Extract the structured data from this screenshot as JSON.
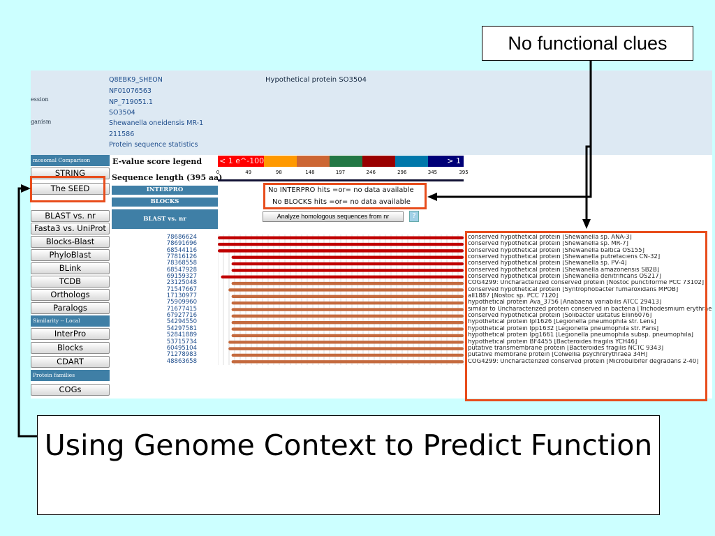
{
  "info": {
    "rows": [
      {
        "label": "",
        "value": "Q8EBK9_SHEON"
      },
      {
        "label": "",
        "value": "NF01076563"
      },
      {
        "label": "ession",
        "value": "NP_719051.1"
      },
      {
        "label": "",
        "value": "SO3504"
      },
      {
        "label": "ganism",
        "value": "Shewanella oneidensis MR-1"
      },
      {
        "label": "",
        "value": "211586"
      },
      {
        "label": "",
        "value": "Protein sequence statistics"
      }
    ],
    "description": "Hypothetical protein SO3504"
  },
  "sidebar": {
    "heads": [
      "mosomal Comparison",
      "Similarity -- Local",
      "Protein families"
    ],
    "buttons": [
      "STRING",
      "The SEED",
      "BLAST vs. nr",
      "Fasta3 vs. UniProt",
      "Blocks-Blast",
      "PhyloBlast",
      "BLink",
      "TCDB",
      "Orthologs",
      "Paralogs",
      "InterPro",
      "Blocks",
      "CDART",
      "COGs"
    ]
  },
  "legend": {
    "title": "E-value score legend",
    "segments": [
      {
        "label": "< 1 e^-100",
        "color": "#ff0000",
        "text_color": "#ffdddd"
      },
      {
        "label": "",
        "color": "#ff9900",
        "text_color": "#000000"
      },
      {
        "label": "",
        "color": "#cc6633",
        "text_color": "#000000"
      },
      {
        "label": "",
        "color": "#227744",
        "text_color": "#000000"
      },
      {
        "label": "",
        "color": "#990000",
        "text_color": "#000000"
      },
      {
        "label": "",
        "color": "#0077aa",
        "text_color": "#000000"
      },
      {
        "label": "> 1",
        "color": "#000077",
        "text_color": "#ffffff"
      }
    ]
  },
  "sequence": {
    "length_label": "Sequence length  (395 aa)",
    "length": 395,
    "ticks": [
      0,
      49,
      98,
      148,
      197,
      246,
      296,
      345,
      395
    ]
  },
  "sections": {
    "interpro": "INTERPRO",
    "blocks": "BLOCKS",
    "blast": "BLAST vs. nr",
    "no_interpro": "No INTERPRO hits =or= no data available",
    "no_blocks": "No BLOCKS hits =or= no data available",
    "analyze_button": "Analyze homologous sequences from nr",
    "help_button": "?"
  },
  "hits": [
    {
      "id": "78686624",
      "desc": "conserved hypothetical protein [Shewanella sp. ANA-3]",
      "start": 0,
      "end": 395,
      "color": "#c00000"
    },
    {
      "id": "78691696",
      "desc": "conserved hypothetical protein [Shewanella sp. MR-7]",
      "start": 0,
      "end": 395,
      "color": "#c00000"
    },
    {
      "id": "68544116",
      "desc": "conserved hypothetical protein [Shewanella baltica OS155]",
      "start": 0,
      "end": 395,
      "color": "#c00000"
    },
    {
      "id": "77816126",
      "desc": "conserved hypothetical protein [Shewanella putrefaciens CN-32]",
      "start": 22,
      "end": 395,
      "color": "#c00000"
    },
    {
      "id": "78368558",
      "desc": "conserved hypothetical protein [Shewanella sp. PV-4]",
      "start": 22,
      "end": 395,
      "color": "#c00000"
    },
    {
      "id": "68547928",
      "desc": "conserved hypothetical protein [Shewanella amazonensis SB2B]",
      "start": 22,
      "end": 395,
      "color": "#c00000"
    },
    {
      "id": "69159327",
      "desc": "conserved hypothetical protein [Shewanella denitrificans OS217]",
      "start": 5,
      "end": 395,
      "color": "#c00000"
    },
    {
      "id": "23125048",
      "desc": "COG4299: Uncharacterized conserved protein [Nostoc punctiforme PCC 73102]",
      "start": 22,
      "end": 395,
      "color": "#c46a3e"
    },
    {
      "id": "71547667",
      "desc": "conserved hypothetical protein [Syntrophobacter fumaroxidans MPOB]",
      "start": 17,
      "end": 395,
      "color": "#c46a3e"
    },
    {
      "id": "17130977",
      "desc": "all1887 [Nostoc sp. PCC 7120]",
      "start": 22,
      "end": 395,
      "color": "#c46a3e"
    },
    {
      "id": "75909960",
      "desc": "hypothetical protein Ava_3756 [Anabaena variabilis ATCC 29413]",
      "start": 22,
      "end": 395,
      "color": "#c46a3e"
    },
    {
      "id": "71677415",
      "desc": "similar to Uncharacterized protein conserved in bacteria [Trichodesmium erythraeum]",
      "start": 22,
      "end": 395,
      "color": "#c46a3e"
    },
    {
      "id": "67927716",
      "desc": "conserved hypothetical protein [Solibacter usitatus Ellin6076]",
      "start": 22,
      "end": 395,
      "color": "#c46a3e"
    },
    {
      "id": "54294550",
      "desc": "hypothetical protein lpl1626 [Legionella pneumophila str. Lens]",
      "start": 22,
      "end": 395,
      "color": "#c46a3e"
    },
    {
      "id": "54297581",
      "desc": "hypothetical protein lpp1632 [Legionella pneumophila str. Paris]",
      "start": 22,
      "end": 395,
      "color": "#c46a3e"
    },
    {
      "id": "52841889",
      "desc": "hypothetical protein lpg1661 [Legionella pneumophila subsp. pneumophila]",
      "start": 22,
      "end": 395,
      "color": "#c46a3e"
    },
    {
      "id": "53715734",
      "desc": "hypothetical protein BF4455 [Bacteroides fragilis YCH46]",
      "start": 17,
      "end": 395,
      "color": "#c46a3e"
    },
    {
      "id": "60495104",
      "desc": "putative transmembrane protein [Bacteroides fragilis NCTC 9343]",
      "start": 17,
      "end": 395,
      "color": "#c46a3e"
    },
    {
      "id": "71278983",
      "desc": "putative membrane protein [Colwellia psychrerythraea 34H]",
      "start": 22,
      "end": 395,
      "color": "#c46a3e"
    },
    {
      "id": "48863658",
      "desc": "COG4299: Uncharacterized conserved protein [Microbulbifer degradans 2-40]",
      "start": 22,
      "end": 395,
      "color": "#c46a3e"
    }
  ],
  "callouts": {
    "clue_label": "No functional clues",
    "slide_title": "Using Genome Context to Predict Function",
    "color": "#e84d1c"
  }
}
